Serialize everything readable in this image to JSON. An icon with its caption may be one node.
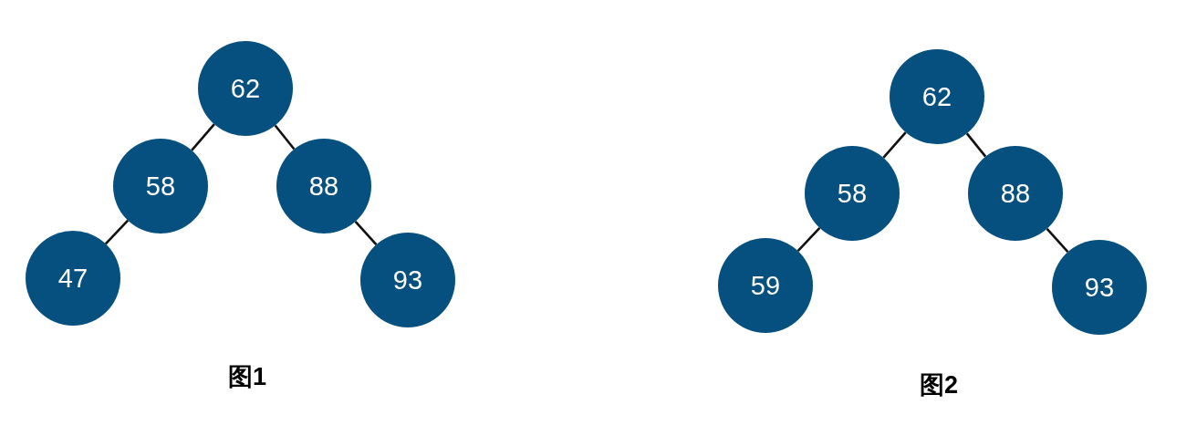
{
  "diagram": {
    "nodes": [
      {
        "text": [
          "62"
        ]
      },
      {
        "text": [
          "58"
        ]
      },
      {
        "text": [
          "88"
        ]
      },
      {
        "text": [
          "47"
        ]
      },
      {
        "text": [
          "93"
        ]
      },
      {
        "text": [
          "62"
        ]
      },
      {
        "text": [
          "58"
        ]
      },
      {
        "text": [
          "88"
        ]
      },
      {
        "text": [
          "59"
        ]
      },
      {
        "text": [
          "93"
        ]
      }
    ],
    "edges": [
      {
        "from": 0,
        "to": 1,
        "arrow": "none"
      },
      {
        "from": 0,
        "to": 2,
        "arrow": "none"
      },
      {
        "from": 1,
        "to": 3,
        "arrow": "none"
      },
      {
        "from": 2,
        "to": 4,
        "arrow": "none"
      },
      {
        "from": 5,
        "to": 6,
        "arrow": "none"
      },
      {
        "from": 5,
        "to": 7,
        "arrow": "none"
      },
      {
        "from": 6,
        "to": 8,
        "arrow": "none"
      },
      {
        "from": 7,
        "to": 9,
        "arrow": "none"
      }
    ],
    "labels": [
      "图1",
      "图2"
    ]
  }
}
